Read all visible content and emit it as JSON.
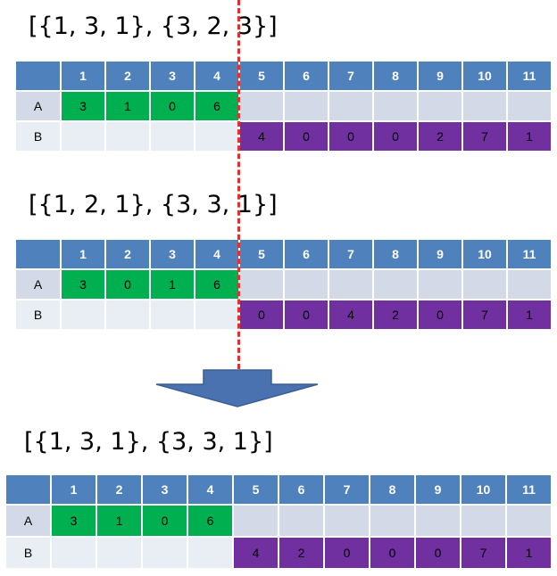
{
  "header": [
    "1",
    "2",
    "3",
    "4",
    "5",
    "6",
    "7",
    "8",
    "9",
    "10",
    "11"
  ],
  "panels": [
    {
      "caption": "[{1, 3, 1}, {3, 2, 3}]",
      "row_a_label": "A",
      "row_b_label": "B",
      "row_a": [
        "3",
        "1",
        "0",
        "6"
      ],
      "row_b": [
        "4",
        "0",
        "0",
        "0",
        "2",
        "7",
        "1"
      ]
    },
    {
      "caption": "[{1, 2, 1}, {3, 3, 1}]",
      "row_a_label": "A",
      "row_b_label": "B",
      "row_a": [
        "3",
        "0",
        "1",
        "6"
      ],
      "row_b": [
        "0",
        "0",
        "4",
        "2",
        "0",
        "7",
        "1"
      ]
    },
    {
      "caption": "[{1, 3, 1}, {3, 3, 1}]",
      "row_a_label": "A",
      "row_b_label": "B",
      "row_a": [
        "3",
        "1",
        "0",
        "6"
      ],
      "row_b": [
        "4",
        "2",
        "0",
        "0",
        "0",
        "7",
        "1"
      ]
    }
  ],
  "colors": {
    "header": "#4f81bd",
    "row_a_bg": "#d3d9e6",
    "row_b_bg": "#e9edf4",
    "segment_a": "#00b050",
    "segment_b": "#7030a0",
    "split_line": "#e03030",
    "arrow": "#4a72b0"
  },
  "icons": {
    "arrow": "down-arrow-icon",
    "split": "dashed-split-line"
  }
}
